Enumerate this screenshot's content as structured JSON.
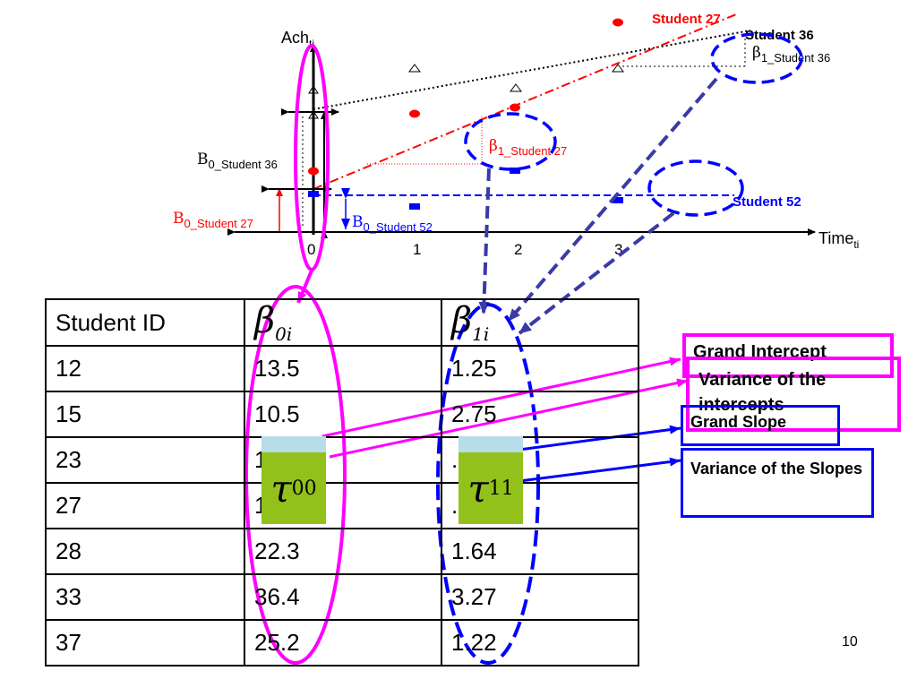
{
  "plot": {
    "y_axis_label": "Ach",
    "y_axis_sub": "ti",
    "x_axis_label": "Time",
    "x_axis_sub": "ti",
    "x_ticks": [
      "0",
      "1",
      "2",
      "3"
    ],
    "series": [
      {
        "name": "Student 27",
        "color": "#ff0000"
      },
      {
        "name": "Student 36",
        "color": "#000000"
      },
      {
        "name": "Student 52",
        "color": "#0000ff"
      }
    ],
    "annotations": {
      "b0_s36": "B",
      "b0_s36_sub": "0_Student 36",
      "b0_s27": "B",
      "b0_s27_sub": "0_Student 27",
      "b0_s52": "B",
      "b0_s52_sub": "0_Student 52",
      "beta1_s27": "β",
      "beta1_s27_sub": "1_Student 27",
      "beta1_s36": "β",
      "beta1_s36_sub": "1_Student 36"
    }
  },
  "table": {
    "headers": [
      "Student ID",
      "β",
      "β"
    ],
    "header_subs": [
      "",
      "0i",
      "1i"
    ],
    "rows": [
      [
        "12",
        "13.5",
        "1.25"
      ],
      [
        "15",
        "10.5",
        "2.75"
      ],
      [
        "23",
        "1",
        "."
      ],
      [
        "27",
        "1",
        "."
      ],
      [
        "28",
        "22.3",
        "1.64"
      ],
      [
        "33",
        "36.4",
        "3.27"
      ],
      [
        "37",
        "25.2",
        "1.22"
      ]
    ]
  },
  "tau": {
    "t00": "τ",
    "t00_sub": "00",
    "t11": "τ",
    "t11_sub": "11"
  },
  "callouts": {
    "grand_intercept": "Grand Intercept",
    "variance_intercepts": "Variance of the intercepts",
    "grand_slope": "Grand Slope",
    "variance_slopes": "Variance of the Slopes"
  },
  "page_number": "10",
  "colors": {
    "magenta": "#ff00ff",
    "blue": "#0000ff",
    "dash_blue": "#3a3aa8",
    "red": "#ff0000",
    "tau_green": "#92c11c",
    "tau_light": "#b7dde8"
  }
}
